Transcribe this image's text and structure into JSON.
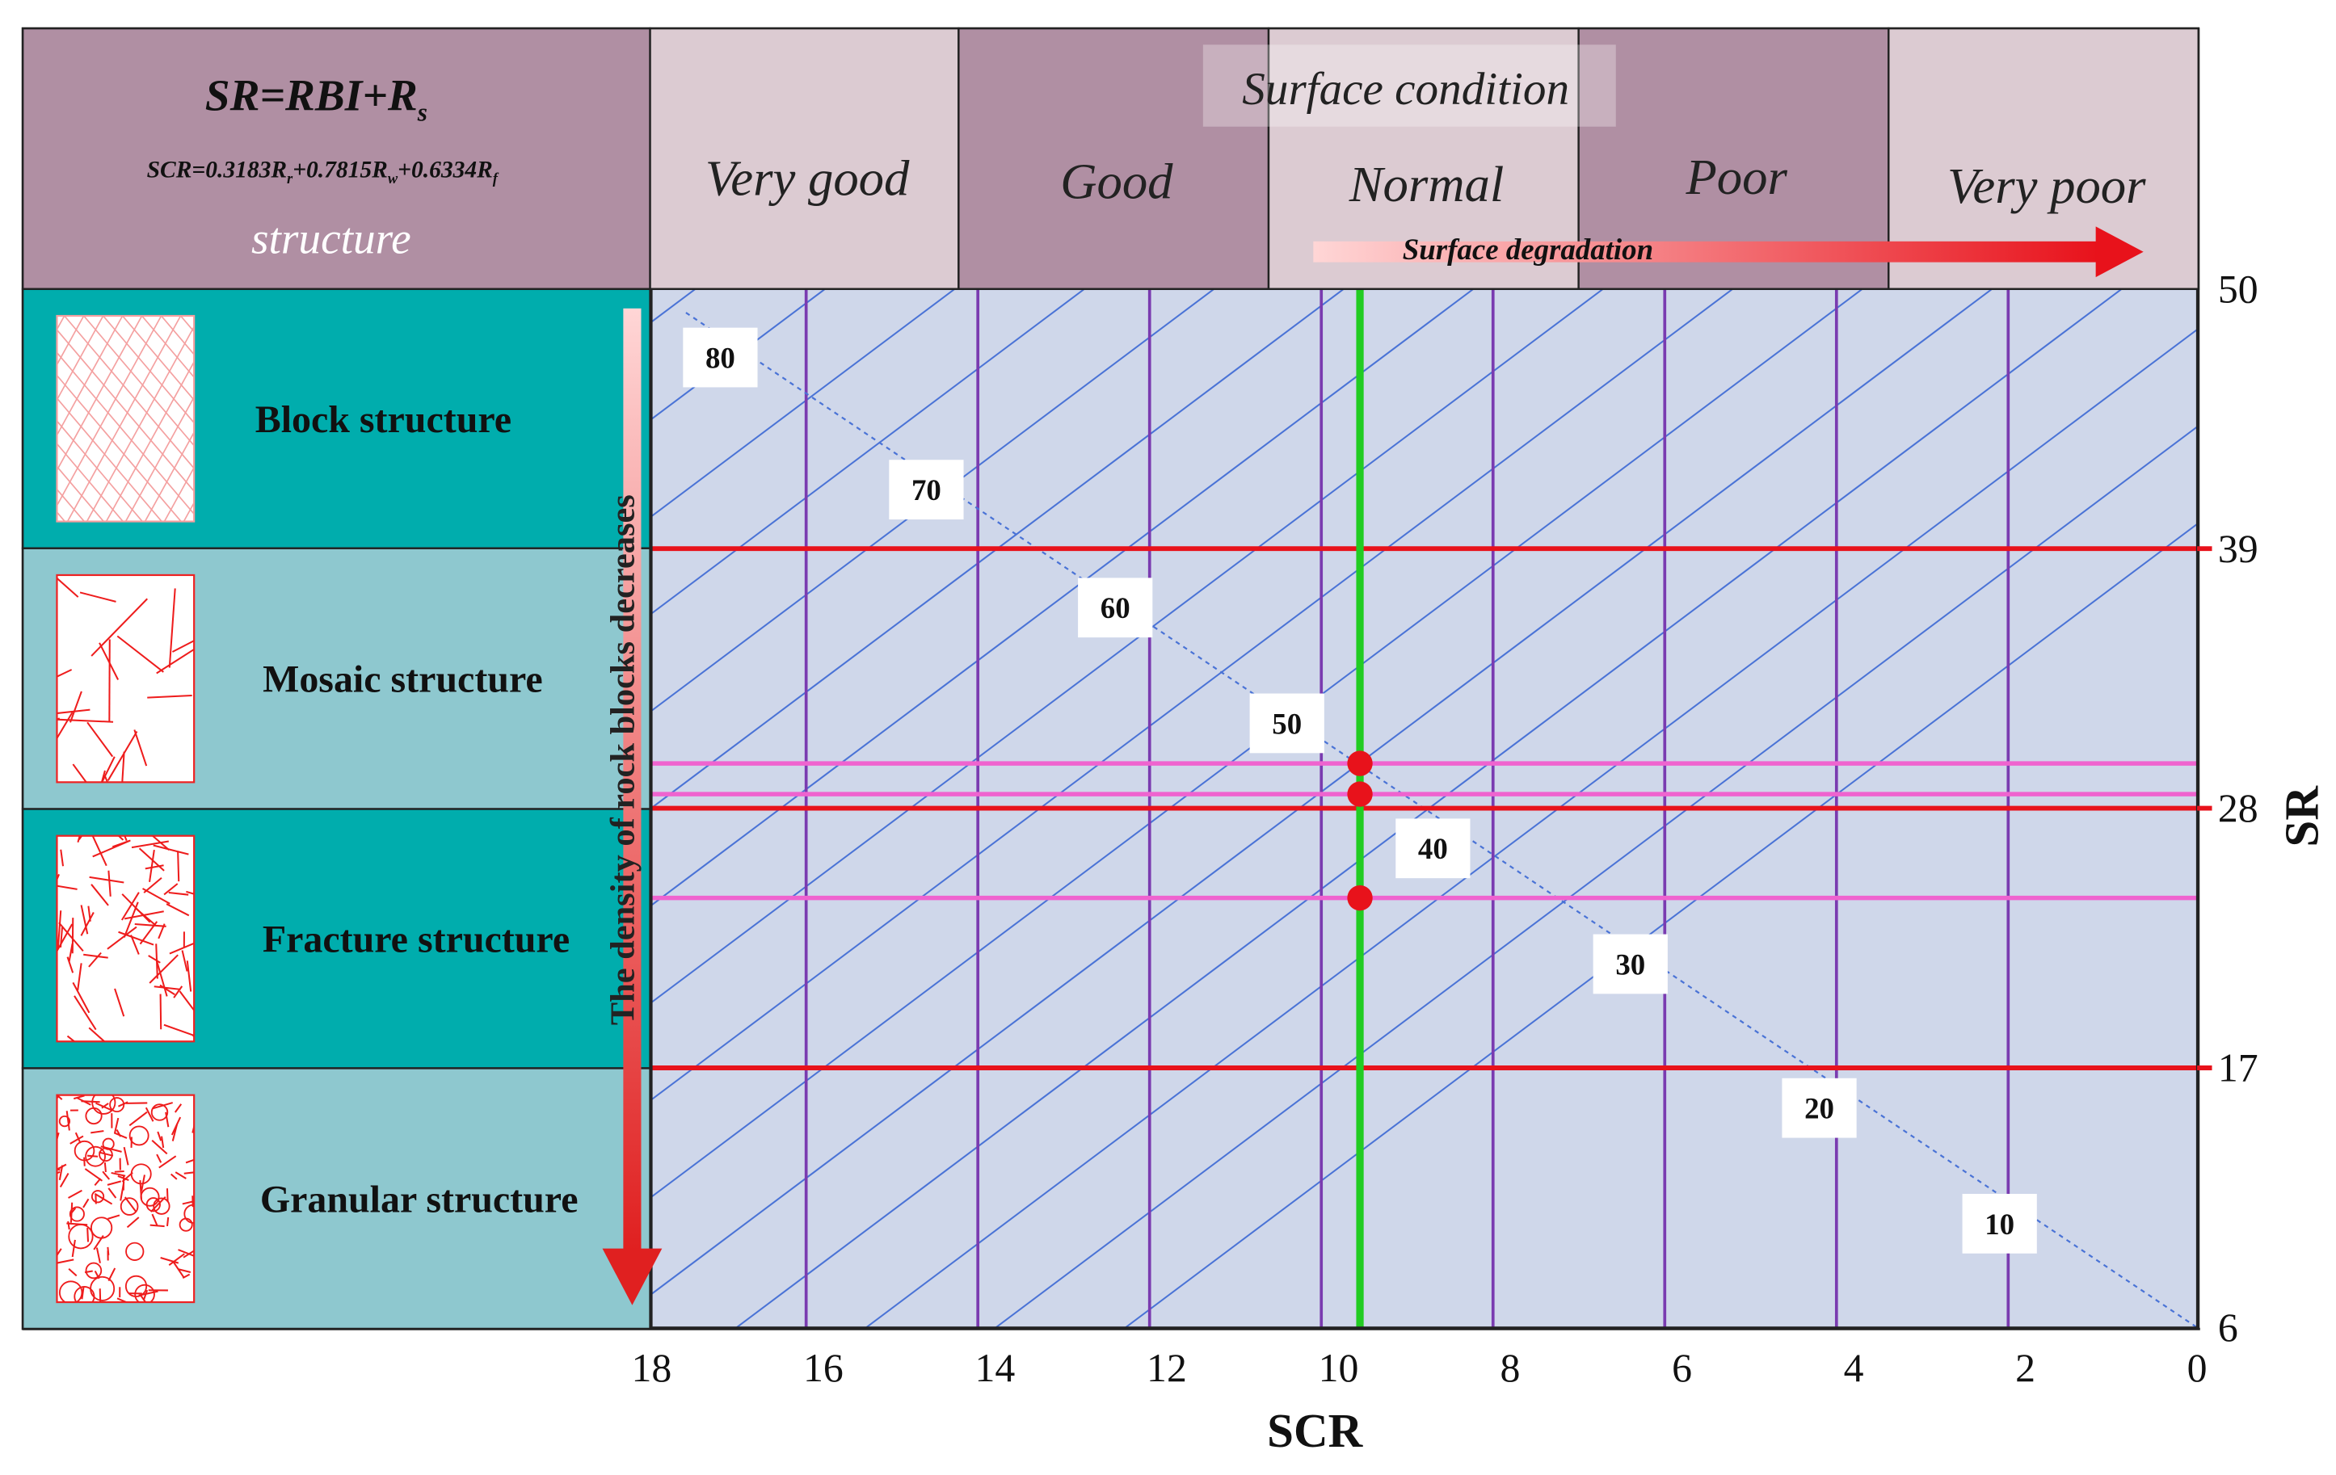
{
  "header": {
    "formula_main": "SR=RBI+R",
    "formula_main_sub": "s",
    "formula_scr": {
      "prefix": "SCR=0.3183R",
      "sub_r": "r",
      "mid1": "+0.7815R",
      "sub_w": "w",
      "mid2": "+0.6334R",
      "sub_f": "f"
    },
    "structure_label": "structure",
    "surface_title": "Surface condition",
    "surface_categories": [
      "Very good",
      "Good",
      "Normal",
      "Poor",
      "Very poor"
    ],
    "degradation_label": "Surface degradation"
  },
  "structures": [
    {
      "label": "Block structure"
    },
    {
      "label": "Mosaic structure"
    },
    {
      "label": "Fracture structure"
    },
    {
      "label": "Granular structure"
    }
  ],
  "density_label": "The density of rock blocks decreases",
  "colors": {
    "header_dark": "#b08fa3",
    "header_light": "#dccbd2",
    "teal_dark": "#00adad",
    "teal_light": "#8ec8cf",
    "plot_bg": "#cfd7ea",
    "diag_line": "#4a73d6",
    "vert_line": "#7a3bb0",
    "class_line": "#e8121b",
    "sample_line": "#ef63cf",
    "green_line": "#22cc22",
    "point": "#e8121b"
  },
  "chart_data": {
    "type": "scatter",
    "xlabel": "SCR",
    "ylabel": "SR",
    "xlim": [
      18,
      0
    ],
    "ylim": [
      6,
      50
    ],
    "x_ticks": [
      18,
      16,
      14,
      12,
      10,
      8,
      6,
      4,
      2,
      0
    ],
    "y_ticks": [
      50,
      39,
      28,
      17,
      6
    ],
    "structure_boundaries_sr": [
      39,
      28,
      17
    ],
    "vertical_grid_scr": [
      16.2,
      14.2,
      12.2,
      10.2,
      8.2,
      6.2,
      4.2,
      2.2
    ],
    "gsi_contours": [
      80,
      70,
      60,
      50,
      40,
      30,
      20,
      10
    ],
    "gsi_label_positions": [
      {
        "value": 80,
        "scr": 17.2,
        "sr": 47.1
      },
      {
        "value": 70,
        "scr": 14.8,
        "sr": 41.5
      },
      {
        "value": 60,
        "scr": 12.6,
        "sr": 36.5
      },
      {
        "value": 50,
        "scr": 10.6,
        "sr": 31.6
      },
      {
        "value": 40,
        "scr": 8.9,
        "sr": 26.3
      },
      {
        "value": 30,
        "scr": 6.6,
        "sr": 21.4
      },
      {
        "value": 20,
        "scr": 4.4,
        "sr": 15.3
      },
      {
        "value": 10,
        "scr": 2.3,
        "sr": 10.4
      }
    ],
    "measured_scr": 9.75,
    "points": [
      {
        "scr": 9.75,
        "sr": 29.9
      },
      {
        "scr": 9.75,
        "sr": 28.6
      },
      {
        "scr": 9.75,
        "sr": 24.2
      }
    ]
  }
}
